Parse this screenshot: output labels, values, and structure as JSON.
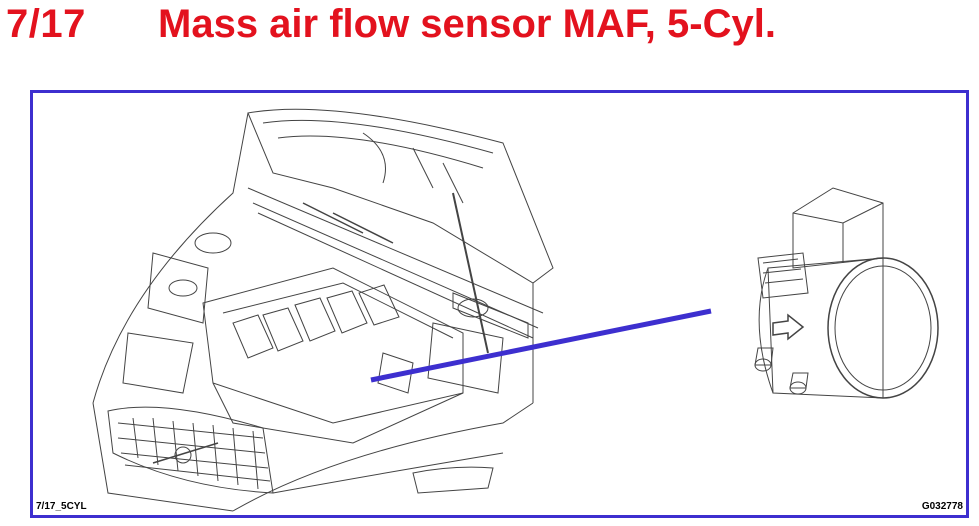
{
  "header": {
    "step": "7/17",
    "title": "Mass air flow sensor MAF, 5-Cyl."
  },
  "figure": {
    "code_left": "7/17_5CYL",
    "code_right": "G032778",
    "pointer_color": "#3d2fcf",
    "title_color": "#e3121e"
  }
}
